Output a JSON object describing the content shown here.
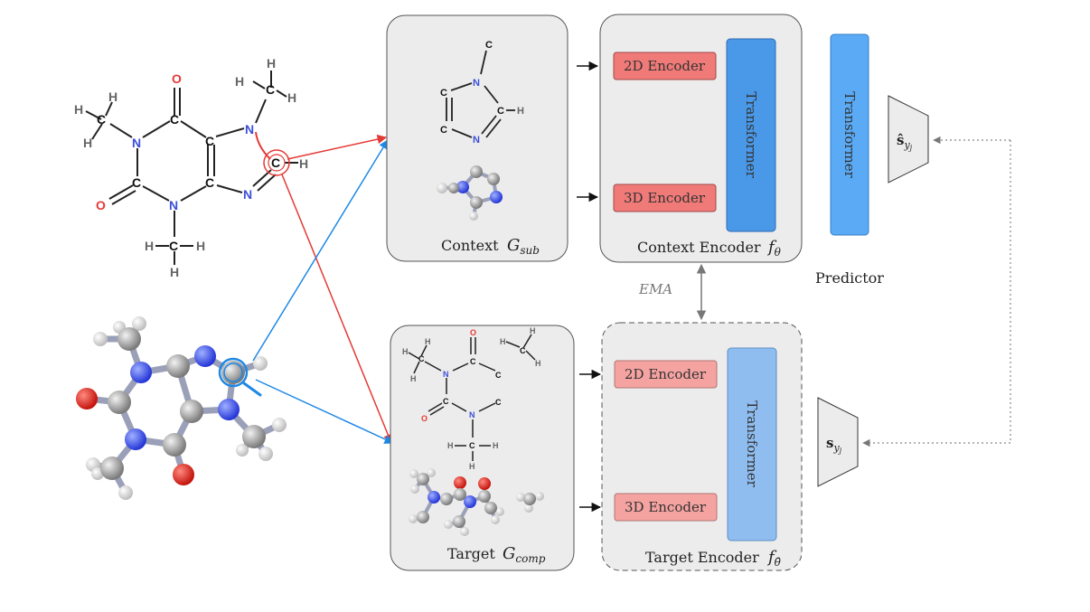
{
  "context_box": {
    "label": "Context",
    "symbol": "G",
    "subscript": "sub"
  },
  "target_box": {
    "label": "Target",
    "symbol": "G",
    "subscript": "comp"
  },
  "context_encoder": {
    "enc2d": "2D Encoder",
    "enc3d": "3D Encoder",
    "transformer": "Transformer",
    "label": "Context Encoder",
    "symbol": "f",
    "subscript": "θ"
  },
  "target_encoder": {
    "enc2d": "2D Encoder",
    "enc3d": "3D Encoder",
    "transformer": "Transformer",
    "label": "Target Encoder",
    "symbol": "f",
    "subscript": "θ̄"
  },
  "predictor": {
    "transformer": "Transformer",
    "label": "Predictor"
  },
  "ema_label": "EMA",
  "pred_output": {
    "symbol": "ŝ",
    "subscript": "y",
    "subsub": "j"
  },
  "target_output": {
    "symbol": "s",
    "subscript": "y",
    "subsub": "j"
  },
  "atoms": {
    "C": "C",
    "N": "N",
    "O": "O",
    "H": "H"
  },
  "colors": {
    "encoder_2d3d_strong": "#f07a78",
    "encoder_2d3d_soft": "#f5a3a1",
    "transformer_strong": "#4a98e8",
    "transformer_soft": "#8fbdf0",
    "predictor": "#5aaaf5",
    "panel": "#ececec",
    "arrow_red": "#e53935",
    "arrow_blue": "#1e88e5"
  }
}
